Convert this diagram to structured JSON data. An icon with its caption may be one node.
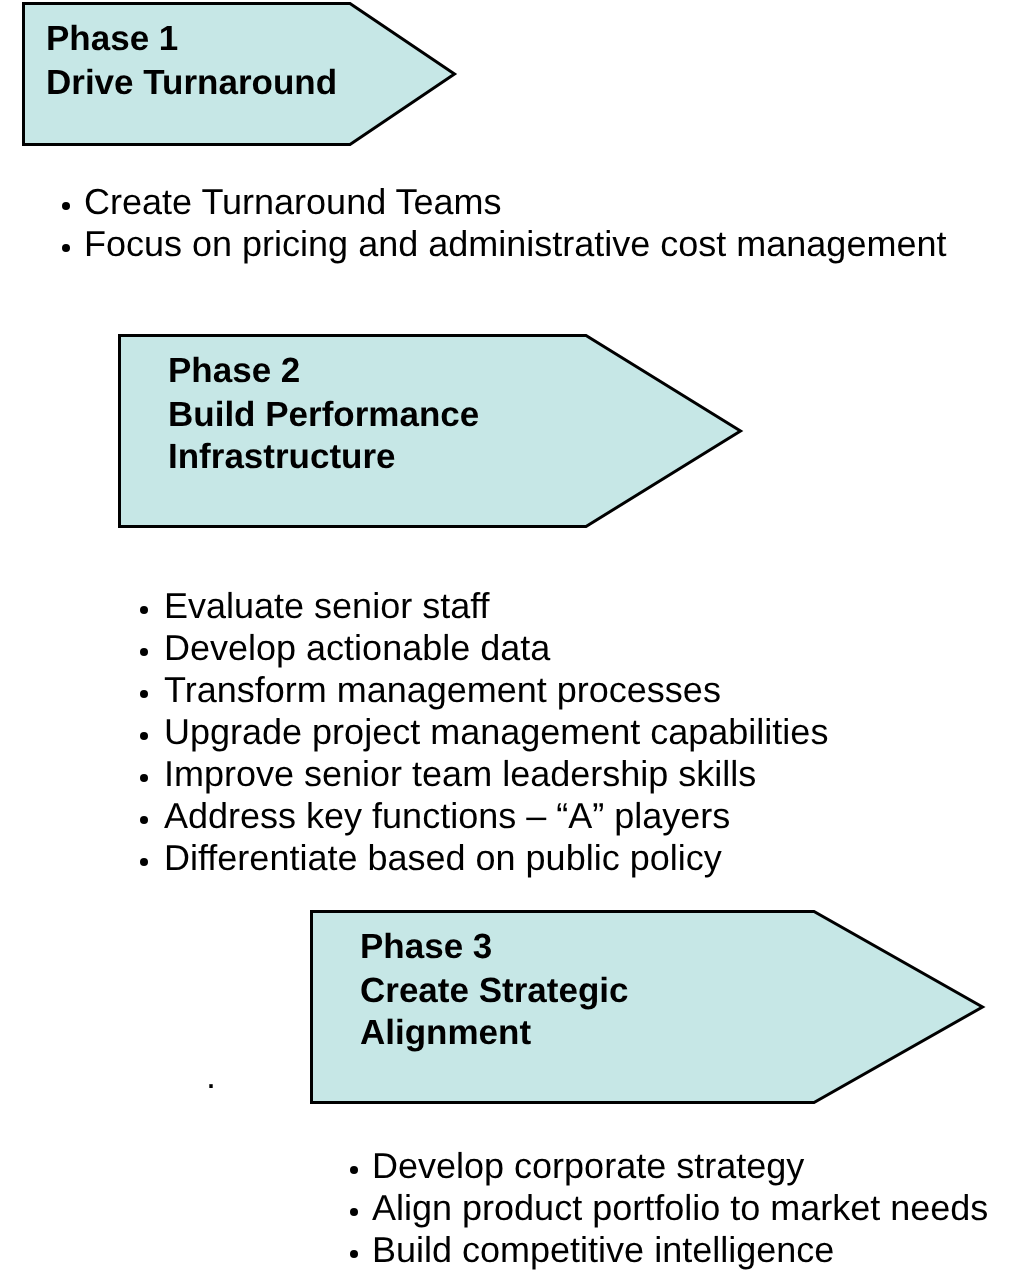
{
  "diagram": {
    "nodes": [
      {
        "text": [
          "Phase 1",
          "Drive Turnaround"
        ],
        "beside": [
          "Create Turnaround Teams",
          "Focus on pricing and administrative cost management"
        ]
      },
      {
        "text": [
          "Phase 2",
          "Build Performance Infrastructure"
        ],
        "beside": [
          "Evaluate senior staff",
          "Develop actionable data",
          "Transform management processes",
          "Upgrade project management capabilities",
          "Improve senior team leadership skills",
          "Address key functions – “A” players",
          "Differentiate based on public policy"
        ]
      },
      {
        "text": [
          "Phase 3",
          "Create Strategic Alignment"
        ],
        "beside": [
          "Develop corporate strategy",
          "Align product portfolio to market needs",
          "Build competitive intelligence"
        ]
      }
    ],
    "labels": [
      "."
    ]
  }
}
